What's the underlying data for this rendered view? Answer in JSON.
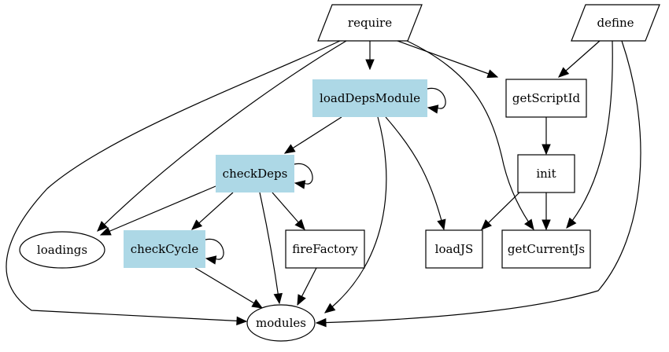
{
  "colors": {
    "highlight": "#add8e6",
    "stroke": "#000000",
    "background": "#ffffff"
  },
  "nodes": [
    {
      "id": "require",
      "label": "require",
      "shape": "parallelogram",
      "fill": "#ffffff"
    },
    {
      "id": "define",
      "label": "define",
      "shape": "parallelogram",
      "fill": "#ffffff"
    },
    {
      "id": "loadDepsModule",
      "label": "loadDepsModule",
      "shape": "filled-box",
      "fill": "#add8e6"
    },
    {
      "id": "getScriptId",
      "label": "getScriptId",
      "shape": "box",
      "fill": "#ffffff"
    },
    {
      "id": "checkDeps",
      "label": "checkDeps",
      "shape": "filled-box",
      "fill": "#add8e6"
    },
    {
      "id": "init",
      "label": "init",
      "shape": "box",
      "fill": "#ffffff"
    },
    {
      "id": "loadings",
      "label": "loadings",
      "shape": "ellipse",
      "fill": "#ffffff"
    },
    {
      "id": "checkCycle",
      "label": "checkCycle",
      "shape": "filled-box",
      "fill": "#add8e6"
    },
    {
      "id": "fireFactory",
      "label": "fireFactory",
      "shape": "box",
      "fill": "#ffffff"
    },
    {
      "id": "loadJS",
      "label": "loadJS",
      "shape": "box",
      "fill": "#ffffff"
    },
    {
      "id": "getCurrentJs",
      "label": "getCurrentJs",
      "shape": "box",
      "fill": "#ffffff"
    },
    {
      "id": "modules",
      "label": "modules",
      "shape": "ellipse",
      "fill": "#ffffff"
    }
  ],
  "edges": [
    {
      "from": "require",
      "to": "loadDepsModule"
    },
    {
      "from": "require",
      "to": "getScriptId"
    },
    {
      "from": "require",
      "to": "getCurrentJs"
    },
    {
      "from": "require",
      "to": "loadings"
    },
    {
      "from": "require",
      "to": "modules"
    },
    {
      "from": "define",
      "to": "getScriptId"
    },
    {
      "from": "define",
      "to": "getCurrentJs"
    },
    {
      "from": "define",
      "to": "modules"
    },
    {
      "from": "loadDepsModule",
      "to": "loadDepsModule"
    },
    {
      "from": "loadDepsModule",
      "to": "checkDeps"
    },
    {
      "from": "loadDepsModule",
      "to": "loadJS"
    },
    {
      "from": "loadDepsModule",
      "to": "modules"
    },
    {
      "from": "getScriptId",
      "to": "init"
    },
    {
      "from": "init",
      "to": "loadJS"
    },
    {
      "from": "init",
      "to": "getCurrentJs"
    },
    {
      "from": "checkDeps",
      "to": "checkDeps"
    },
    {
      "from": "checkDeps",
      "to": "loadings"
    },
    {
      "from": "checkDeps",
      "to": "checkCycle"
    },
    {
      "from": "checkDeps",
      "to": "fireFactory"
    },
    {
      "from": "checkDeps",
      "to": "modules"
    },
    {
      "from": "checkCycle",
      "to": "checkCycle"
    },
    {
      "from": "checkCycle",
      "to": "modules"
    },
    {
      "from": "fireFactory",
      "to": "modules"
    }
  ]
}
